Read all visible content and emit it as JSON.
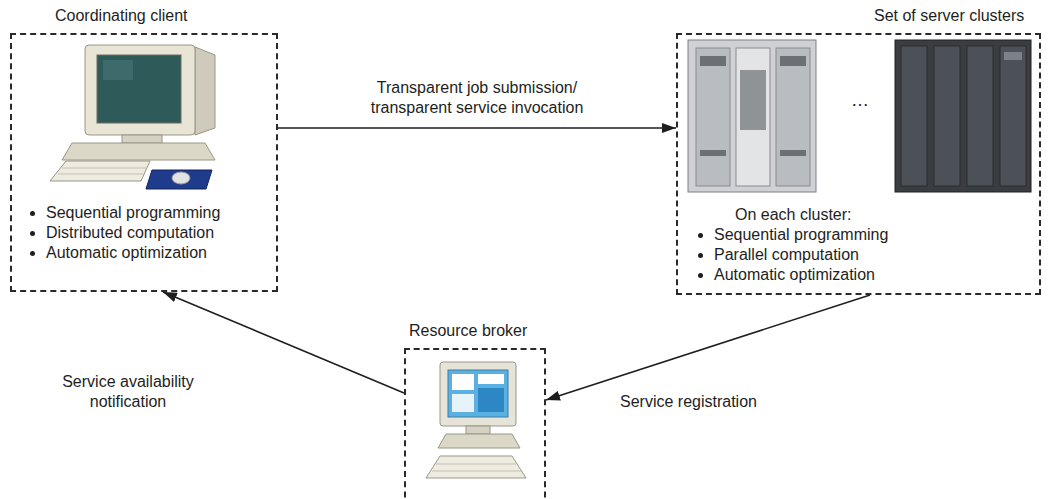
{
  "diagram": {
    "nodes": [
      {
        "text": [
          "Coordinating client",
          "Sequential programming",
          "Distributed computation",
          "Automatic optimization"
        ]
      },
      {
        "text": [
          "Set of server clusters",
          "On each cluster:",
          "Sequential programming",
          "Parallel computation",
          "Automatic optimization"
        ]
      },
      {
        "text": [
          "Resource broker"
        ]
      }
    ],
    "edges": [
      {
        "from": 0,
        "to": 1,
        "arrow": "to",
        "label": "Transparent job submission/ transparent service invocation"
      },
      {
        "from": 1,
        "to": 2,
        "arrow": "to",
        "label": "Service registration"
      },
      {
        "from": 2,
        "to": 0,
        "arrow": "to",
        "label": "Service availability notification"
      }
    ],
    "labels": [
      "…"
    ]
  }
}
